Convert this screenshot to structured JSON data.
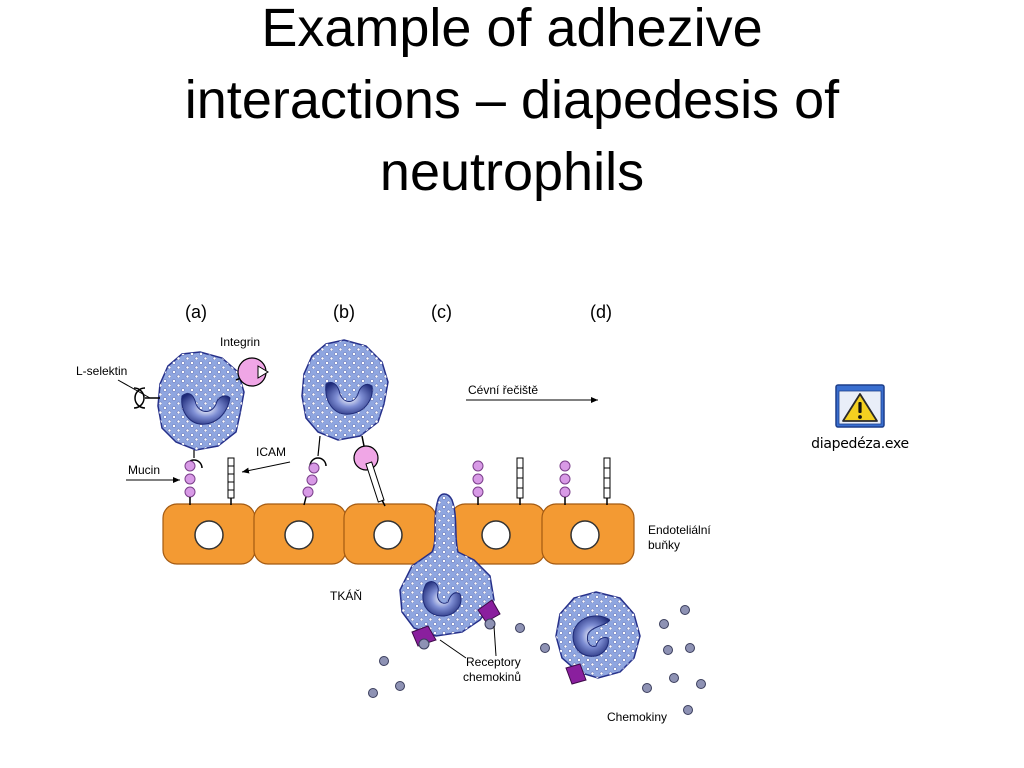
{
  "title": {
    "line1": "Example of adhezive",
    "line2": "interactions – diapedesis of",
    "line3": "neutrophils"
  },
  "diagram": {
    "panels": {
      "a": "(a)",
      "b": "(b)",
      "c": "(c)",
      "d": "(d)"
    },
    "labels": {
      "integrin": "Integrin",
      "l_selektin": "L-selektin",
      "icam": "ICAM",
      "mucin": "Mucin",
      "cevni_reciste": "Cévní řečiště",
      "endotelialni_1": "Endoteliální",
      "endotelialni_2": "buňky",
      "tkan": "TKÁŇ",
      "receptory_1": "Receptory",
      "receptory_2": "chemokinů",
      "chemokiny": "Chemokiny"
    },
    "colors": {
      "cell_fill": "#8fa6e0",
      "cell_stroke": "#26308a",
      "nucleus": "#2b3a8f",
      "endothelium": "#f39a33",
      "integrin": "#f0a6e6",
      "mucin": "#d89ae6",
      "receptor": "#8a1f9e",
      "chemokine": "#8e92b4"
    }
  },
  "file_icon": {
    "icon": "warning-icon",
    "label": "diapedéza.exe"
  }
}
